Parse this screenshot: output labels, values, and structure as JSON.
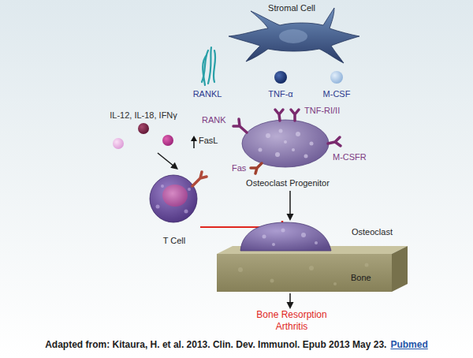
{
  "diagram": {
    "caption": "Adapted from: Kitaura, H. et al. 2013. Clin. Dev. Immunol. Epub 2013 May 23.",
    "nodes": [
      {
        "text": [
          "Stromal Cell"
        ]
      },
      {
        "text": [
          "IL-12, IL-18, IFNγ"
        ]
      },
      {
        "text": [
          "T Cell"
        ]
      },
      {
        "text": [
          "Osteoclast Progenitor"
        ]
      },
      {
        "text": [
          "Osteoclast"
        ]
      },
      {
        "text": [
          "Bone"
        ]
      },
      {
        "text": [
          "Bone Resorption",
          "Arthritis"
        ]
      }
    ],
    "edges": [
      {
        "from": 1,
        "to": 2,
        "arrow": "to"
      },
      {
        "from": 2,
        "to": 4,
        "arrow": "to"
      },
      {
        "from": 3,
        "to": 4,
        "arrow": "to"
      },
      {
        "from": 5,
        "to": 6,
        "arrow": "to"
      }
    ],
    "labels": [
      "RANKL",
      "TNF-α",
      "M-CSF",
      "RANK",
      "TNF-RI/II",
      "M-CSFR",
      "Fas",
      "FasL",
      "Pubmed"
    ]
  }
}
